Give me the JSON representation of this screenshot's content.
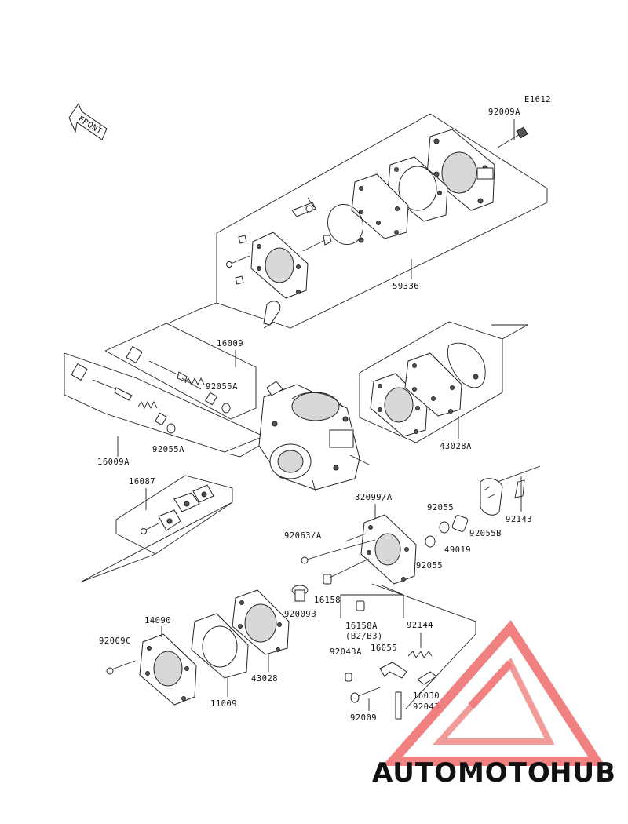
{
  "diagram_code": "E1612",
  "front_label": "FRONT",
  "watermark": {
    "part1": "AUTOMOTO",
    "part2": "HUB",
    "color1": "#f5a623",
    "color2": "#e53935",
    "color3": "#555555"
  },
  "labels": {
    "p92009A": "92009A",
    "p59336": "59336",
    "p16009": "16009",
    "p92055A_top": "92055A",
    "p16009A": "16009A",
    "p92055A_bot": "92055A",
    "p43028A": "43028A",
    "p16087": "16087",
    "p32099": "32099/A",
    "p92055_top": "92055",
    "p92143": "92143",
    "p92055B": "92055B",
    "p49019": "49019",
    "p92055_bot": "92055",
    "p92063": "92063/A",
    "p16158": "16158",
    "p92009B": "92009B",
    "p16158A": "16158A",
    "p16158A_sub": "(B2/B3)",
    "p14090": "14090",
    "p92009C": "92009C",
    "p92144": "92144",
    "p92043A": "92043A",
    "p16055": "16055",
    "p43028": "43028",
    "p11009": "11009",
    "p16030": "16030",
    "p92043": "92043",
    "p92009": "92009"
  }
}
